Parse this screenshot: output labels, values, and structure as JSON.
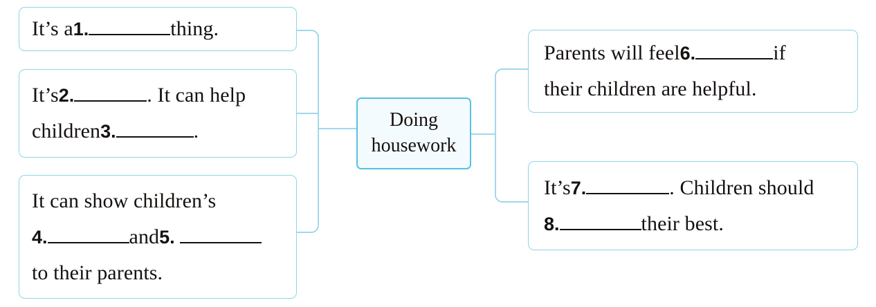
{
  "diagram": {
    "title": "Doing housework mind map (fill in the blanks)",
    "accent_color": "#8fd4e8",
    "center_accent_color": "#56c2e0",
    "text_color": "#15110f",
    "center": {
      "line1": "Doing",
      "line2": "housework"
    },
    "left_nodes": [
      {
        "id": "left-1",
        "lines": [
          {
            "segments": [
              {
                "type": "text",
                "value": "It’s a "
              },
              {
                "type": "number",
                "value": "1."
              },
              {
                "type": "blank",
                "width": 118
              },
              {
                "type": "text",
                "value": " thing."
              }
            ]
          }
        ]
      },
      {
        "id": "left-2",
        "lines": [
          {
            "segments": [
              {
                "type": "text",
                "value": "It’s  "
              },
              {
                "type": "number",
                "value": "2."
              },
              {
                "type": "blank",
                "width": 105
              },
              {
                "type": "text",
                "value": ". It can help"
              }
            ]
          },
          {
            "segments": [
              {
                "type": "text",
                "value": "children "
              },
              {
                "type": "number",
                "value": "3."
              },
              {
                "type": "blank",
                "width": 112
              },
              {
                "type": "text",
                "value": "."
              }
            ]
          }
        ]
      },
      {
        "id": "left-3",
        "lines": [
          {
            "segments": [
              {
                "type": "text",
                "value": "It can show children’s"
              }
            ]
          },
          {
            "segments": [
              {
                "type": "number",
                "value": "4."
              },
              {
                "type": "blank",
                "width": 118
              },
              {
                "type": "text",
                "value": " and "
              },
              {
                "type": "number",
                "value": "5."
              },
              {
                "type": "blank",
                "width": 118
              }
            ]
          },
          {
            "segments": [
              {
                "type": "text",
                "value": "to their parents."
              }
            ]
          }
        ]
      }
    ],
    "right_nodes": [
      {
        "id": "right-1",
        "lines": [
          {
            "segments": [
              {
                "type": "text",
                "value": "Parents will feel "
              },
              {
                "type": "number",
                "value": "6."
              },
              {
                "type": "blank",
                "width": 112
              },
              {
                "type": "text",
                "value": " if"
              }
            ]
          },
          {
            "segments": [
              {
                "type": "text",
                "value": "their children are helpful."
              }
            ]
          }
        ]
      },
      {
        "id": "right-2",
        "lines": [
          {
            "segments": [
              {
                "type": "text",
                "value": "It’s  "
              },
              {
                "type": "number",
                "value": "7."
              },
              {
                "type": "blank",
                "width": 120
              },
              {
                "type": "text",
                "value": ". Children should"
              }
            ]
          },
          {
            "segments": [
              {
                "type": "number",
                "value": "8."
              },
              {
                "type": "blank",
                "width": 118
              },
              {
                "type": "text",
                "value": " their best."
              }
            ]
          }
        ]
      }
    ]
  }
}
